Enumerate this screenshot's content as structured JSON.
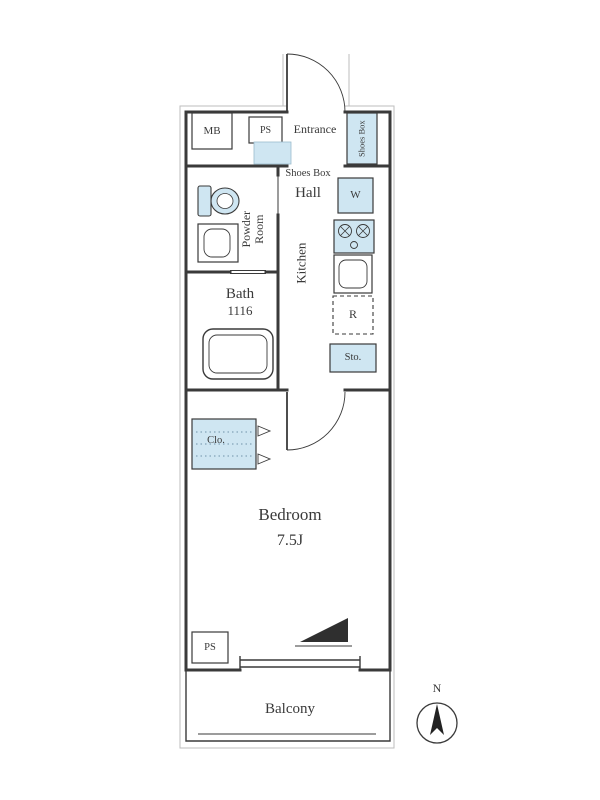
{
  "plan": {
    "mb": "MB",
    "ps_top": "PS",
    "entrance": "Entrance",
    "shoes_box_cabinet": "Shoes Box",
    "shoes_box_hall": "Shoes Box",
    "hall": "Hall",
    "washer": "W",
    "powder_room": [
      "Powder",
      "Room"
    ],
    "bath": "Bath",
    "bath_size": "1116",
    "kitchen": "Kitchen",
    "refrigerator": "R",
    "storage": "Sto.",
    "closet": "Clo.",
    "bedroom": "Bedroom",
    "bedroom_size": "7.5J",
    "ps_bottom": "PS",
    "balcony": "Balcony",
    "compass_north": "N"
  },
  "colors": {
    "fixture_fill": "#cfe6f2",
    "wall": "#3a3a3a",
    "envelope": "#bdbdbd"
  }
}
